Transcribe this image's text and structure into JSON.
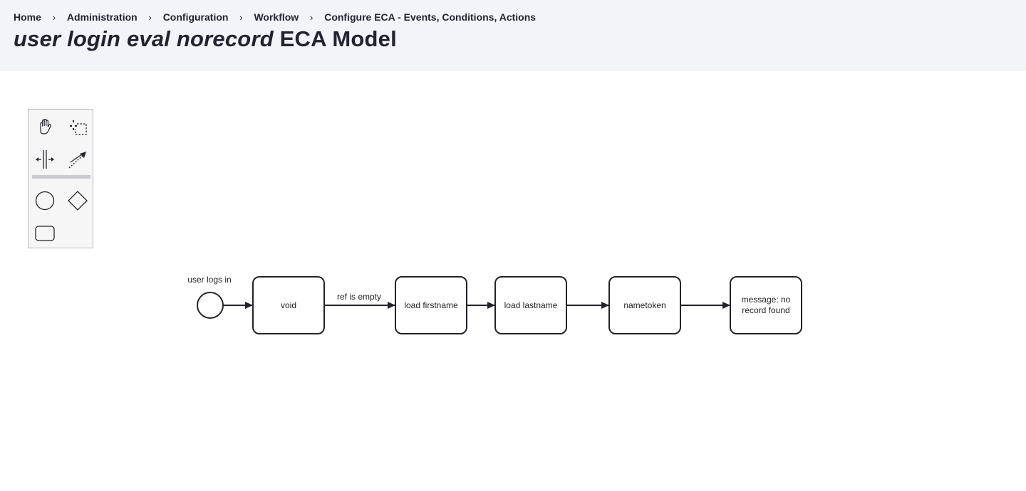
{
  "breadcrumb": {
    "items": [
      "Home",
      "Administration",
      "Configuration",
      "Workflow",
      "Configure ECA - Events, Conditions, Actions"
    ],
    "separator": "›"
  },
  "title": {
    "italic": "user login eval norecord",
    "rest": " ECA Model"
  },
  "palette": {
    "tools": [
      "hand-tool",
      "lasso-tool",
      "space-tool",
      "global-connect-tool",
      "start-event",
      "gateway",
      "task"
    ]
  },
  "diagram": {
    "start_event_label": "user logs in",
    "condition_label": "ref is empty",
    "tasks": {
      "void": "void",
      "load_firstname": "load firstname",
      "load_lastname": "load lastname",
      "nametoken": "nametoken",
      "message_line1": "message: no",
      "message_line2": "record found"
    }
  },
  "colors": {
    "header_bg": "#f3f4f9",
    "stroke": "#22242a"
  }
}
